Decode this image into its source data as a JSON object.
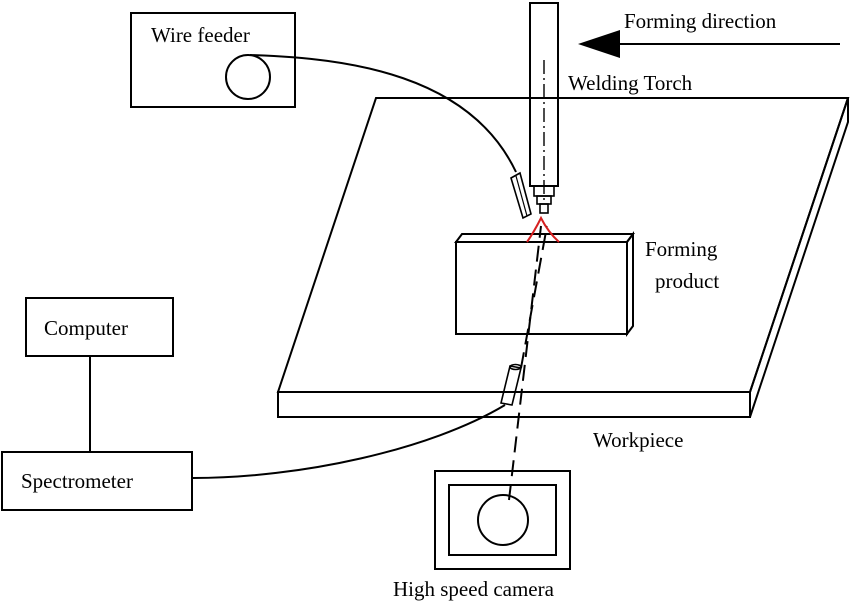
{
  "labels": {
    "wire_feeder": "Wire feeder",
    "forming_direction": "Forming direction",
    "welding_torch": "Welding Torch",
    "forming_product_line1": "Forming",
    "forming_product_line2": "product",
    "computer": "Computer",
    "spectrometer": "Spectrometer",
    "workpiece": "Workpiece",
    "high_speed_camera": "High speed camera"
  },
  "colors": {
    "line": "#000000",
    "arc": "#d62020",
    "background": "#ffffff"
  }
}
